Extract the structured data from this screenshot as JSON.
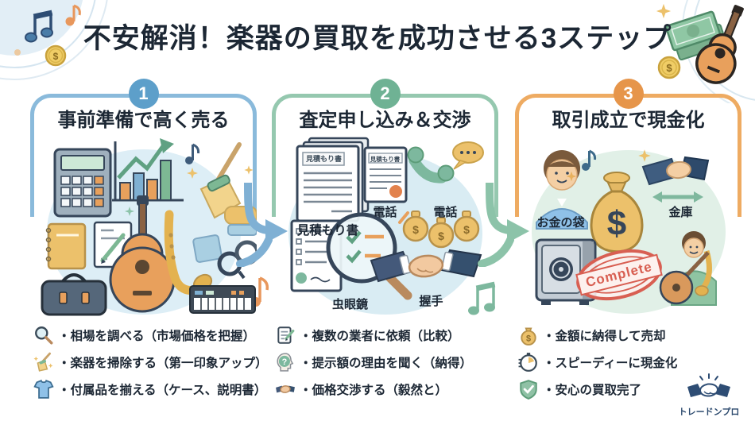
{
  "title": "不安解消！楽器の買取を成功させる3ステップ",
  "brand": {
    "name": "トレードンプロ"
  },
  "decor": {
    "currency_symbol": "$"
  },
  "icons": {
    "question_mark": "?"
  },
  "steps": [
    {
      "number": "1",
      "title": "事前準備で高く売る",
      "accent_color": "#5d9fca",
      "border_color": "#8abadb",
      "bullets": [
        {
          "icon": "magnifier-icon",
          "text": "・相場を調べる（市場価格を把握）"
        },
        {
          "icon": "broom-icon",
          "text": "・楽器を掃除する（第一印象アップ）"
        },
        {
          "icon": "tshirt-icon",
          "text": "・付属品を揃える（ケース、説明書）"
        }
      ]
    },
    {
      "number": "2",
      "title": "査定申し込み＆交渉",
      "accent_color": "#6fb294",
      "border_color": "#95c8af",
      "labels": {
        "doc_title": "見積もり書",
        "quote_doc": "見積もり書",
        "phone1": "電話",
        "phone2": "電話",
        "magnifier": "虫眼鏡",
        "handshake": "握手"
      },
      "bullets": [
        {
          "icon": "memo-icon",
          "text": "・複数の業者に依頼（比較）"
        },
        {
          "icon": "question-head-icon",
          "text": "・提示額の理由を聞く（納得）"
        },
        {
          "icon": "handshake-icon",
          "text": "・価格交渉する（毅然と）"
        }
      ]
    },
    {
      "number": "3",
      "title": "取引成立で現金化",
      "accent_color": "#e6954a",
      "border_color": "#eeab62",
      "labels": {
        "money_bag": "お金の袋",
        "safe": "金庫",
        "stamp": "Complete"
      },
      "bullets": [
        {
          "icon": "money-bag-icon",
          "text": "・金額に納得して売却"
        },
        {
          "icon": "stopwatch-icon",
          "text": "・スピーディーに現金化"
        },
        {
          "icon": "shield-check-icon",
          "text": "・安心の買取完了"
        }
      ]
    }
  ]
}
